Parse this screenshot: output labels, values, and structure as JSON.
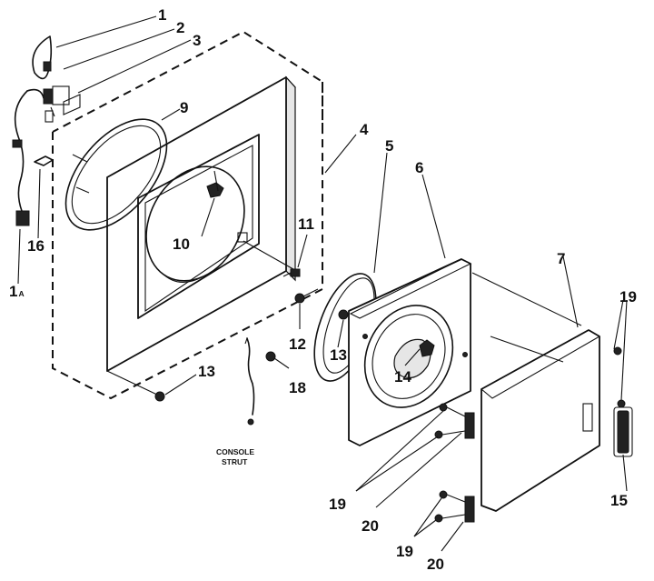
{
  "callouts": {
    "c1": "1",
    "c1a_num": "1",
    "c1a_sub": "A",
    "c2": "2",
    "c3": "3",
    "c4": "4",
    "c5": "5",
    "c6": "6",
    "c7": "7",
    "c9": "9",
    "c10": "10",
    "c11": "11",
    "c12": "12",
    "c13a": "13",
    "c13b": "13",
    "c14": "14",
    "c15": "15",
    "c16": "16",
    "c18": "18",
    "c19a": "19",
    "c19b": "19",
    "c19c": "19",
    "c20a": "20",
    "c20b": "20"
  },
  "strut_label": {
    "line1": "CONSOLE",
    "line2": "STRUT"
  }
}
